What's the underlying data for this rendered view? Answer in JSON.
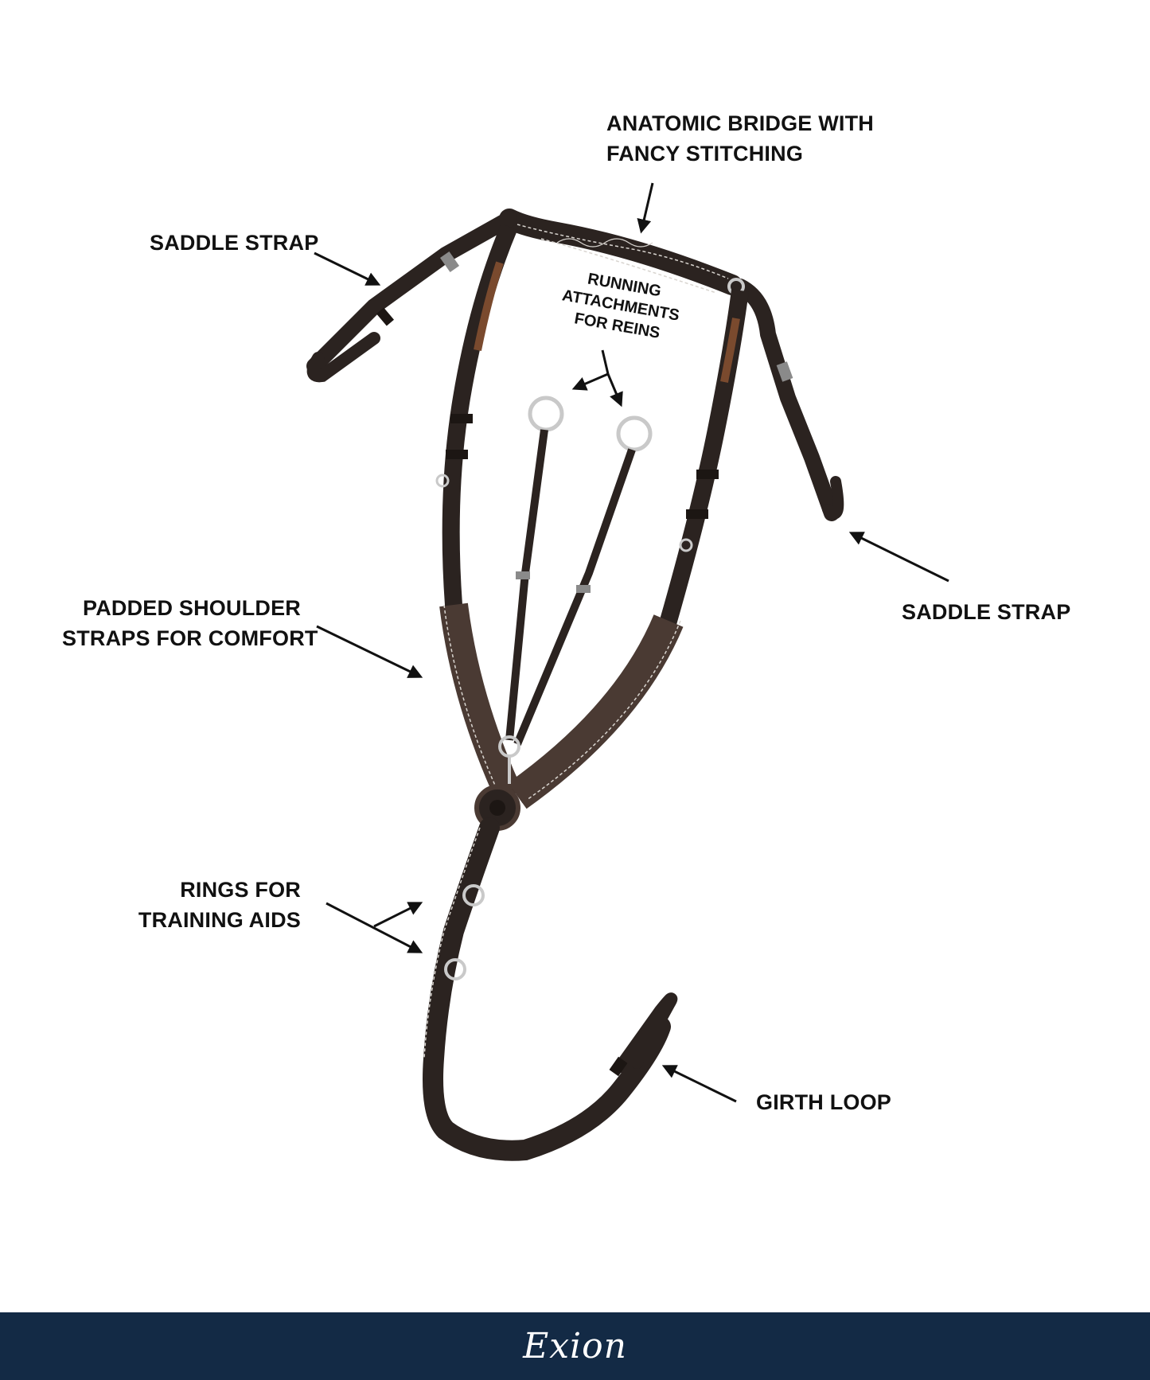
{
  "labels": {
    "bridge": [
      "ANATOMIC BRIDGE WITH",
      "FANCY STITCHING"
    ],
    "saddle_strap_left": "SADDLE STRAP",
    "running_attachments": [
      "RUNNING ATTACHMENTS",
      "FOR REINS"
    ],
    "saddle_strap_right": "SADDLE STRAP",
    "padded_shoulder": [
      "PADDED SHOULDER",
      "STRAPS FOR COMFORT"
    ],
    "rings": [
      "RINGS FOR",
      "TRAINING AIDS"
    ],
    "girth_loop": "GIRTH LOOP"
  },
  "brand": {
    "logo_text": "Exion"
  },
  "colors": {
    "leather": "#2b2320",
    "leather_highlight": "#4a3a33",
    "inlay": "#7a4a2e",
    "stitching": "#d8d4cf",
    "metal": "#c9c9c9",
    "arrow": "#111111",
    "footer_bg": "#132a45",
    "footer_text": "#ffffff"
  }
}
